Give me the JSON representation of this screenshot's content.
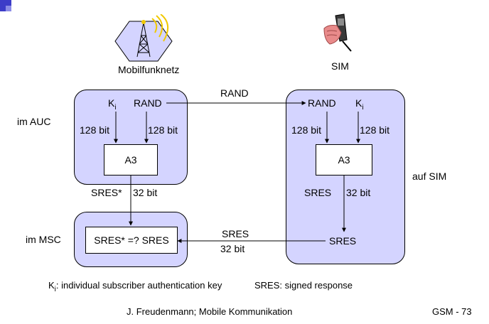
{
  "network": {
    "label": "Mobilfunknetz"
  },
  "sim": {
    "label": "SIM"
  },
  "auc": {
    "side_label": "im AUC",
    "ki_base": "K",
    "ki_sub": "i",
    "rand_label": "RAND",
    "ki_bits": "128 bit",
    "rand_bits": "128 bit",
    "algo": "A3",
    "sres_label": "SRES*",
    "sres_bits": "32 bit"
  },
  "transfer_rand": {
    "label": "RAND"
  },
  "sim_panel": {
    "side_label": "auf SIM",
    "rand_label": "RAND",
    "ki_base": "K",
    "ki_sub": "i",
    "rand_bits": "128 bit",
    "ki_bits": "128 bit",
    "algo": "A3",
    "sres_label": "SRES",
    "sres_bits": "32 bit",
    "sres_out": "SRES"
  },
  "msc": {
    "side_label": "im MSC",
    "compare": "SRES* =? SRES"
  },
  "transfer_sres": {
    "label": "SRES",
    "bits": "32 bit"
  },
  "legend": {
    "ki_base": "K",
    "ki_sub": "i",
    "ki_text": ": individual subscriber authentication key",
    "sres_text": "SRES: signed response"
  },
  "footer": {
    "author": "J. Freudenmann; Mobile Kommunikation",
    "page": "GSM - 73"
  },
  "colors": {
    "panel": "#d4d4ff",
    "accent": "#3c3cc8"
  }
}
